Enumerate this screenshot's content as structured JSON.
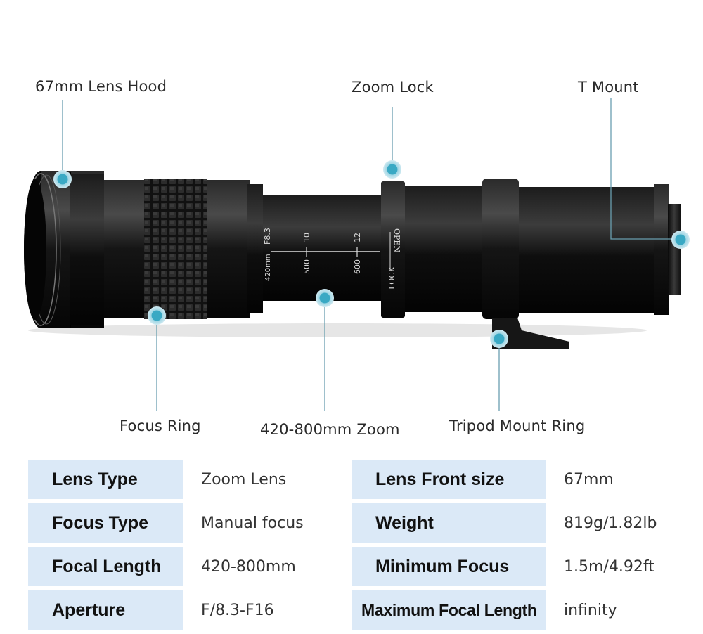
{
  "callouts": [
    {
      "id": "hood",
      "label": "67mm Lens Hood"
    },
    {
      "id": "zoomlock",
      "label": "Zoom Lock"
    },
    {
      "id": "tmount",
      "label": "T Mount"
    },
    {
      "id": "focus",
      "label": "Focus Ring"
    },
    {
      "id": "zoom",
      "label": "420-800mm Zoom"
    },
    {
      "id": "tripod",
      "label": "Tripod Mount Ring"
    }
  ],
  "barrel_markings": {
    "aperture": "F8.3",
    "focal_start": "420mm",
    "top_scale": [
      "10",
      "12"
    ],
    "bottom_scale": [
      "500",
      "600"
    ],
    "open": "OPEN",
    "lock": "LOCK"
  },
  "specs": [
    {
      "key": "Lens Type",
      "value": "Zoom Lens"
    },
    {
      "key": "Lens Front size",
      "value": "67mm"
    },
    {
      "key": "Focus Type",
      "value": "Manual focus"
    },
    {
      "key": "Weight",
      "value": "819g/1.82lb"
    },
    {
      "key": "Focal Length",
      "value": "420-800mm"
    },
    {
      "key": "Minimum Focus",
      "value": "1.5m/4.92ft"
    },
    {
      "key": "Aperture",
      "value": "F/8.3-F16"
    },
    {
      "key": "Maximum Focal Length",
      "value": "infinity"
    }
  ],
  "colors": {
    "accent": "#3aa9c4",
    "leader_line": "#6a9fb0",
    "key_bg": "#dbe9f7"
  }
}
